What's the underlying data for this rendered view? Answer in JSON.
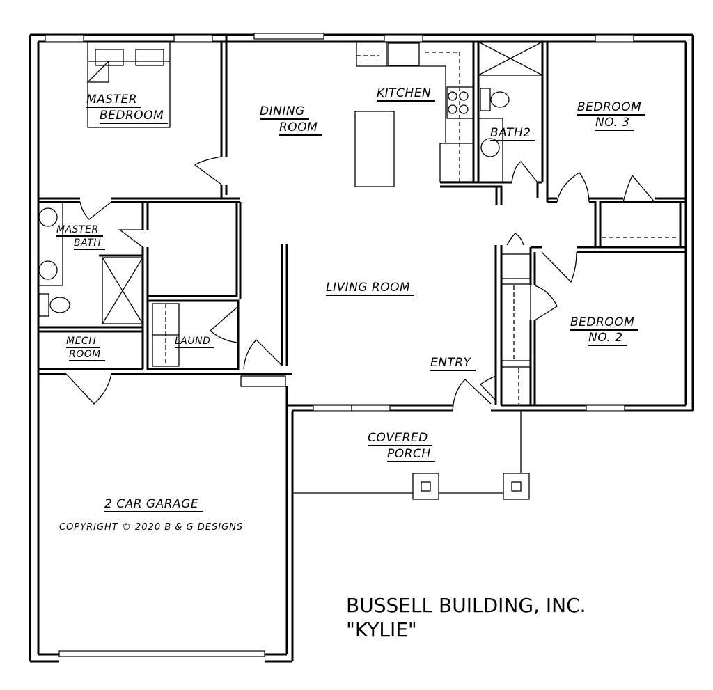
{
  "plan": {
    "name": "KYLIE",
    "builder": "BUSSELL BUILDING, INC.",
    "plan_name_quoted": "\"KYLIE\"",
    "copyright": "COPYRIGHT © 2020 B & G DESIGNS",
    "colors": {
      "line": "#000000",
      "background": "#ffffff"
    }
  },
  "rooms": {
    "master_bedroom": {
      "line1": "MASTER",
      "line2": "BEDROOM"
    },
    "dining_room": {
      "line1": "DINING",
      "line2": "ROOM"
    },
    "kitchen": {
      "line1": "KITCHEN"
    },
    "bath2": {
      "line1": "BATH2"
    },
    "bedroom3": {
      "line1": "BEDROOM",
      "line2": "NO. 3"
    },
    "master_bath": {
      "line1": "MASTER",
      "line2": "BATH"
    },
    "living_room": {
      "line1": "LIVING ROOM"
    },
    "mech_room": {
      "line1": "MECH",
      "line2": "ROOM"
    },
    "laundry": {
      "line1": "LAUND"
    },
    "bedroom2": {
      "line1": "BEDROOM",
      "line2": "NO. 2"
    },
    "entry": {
      "line1": "ENTRY"
    },
    "covered_porch": {
      "line1": "COVERED",
      "line2": "PORCH"
    },
    "garage": {
      "line1": "2 CAR GARAGE"
    }
  }
}
